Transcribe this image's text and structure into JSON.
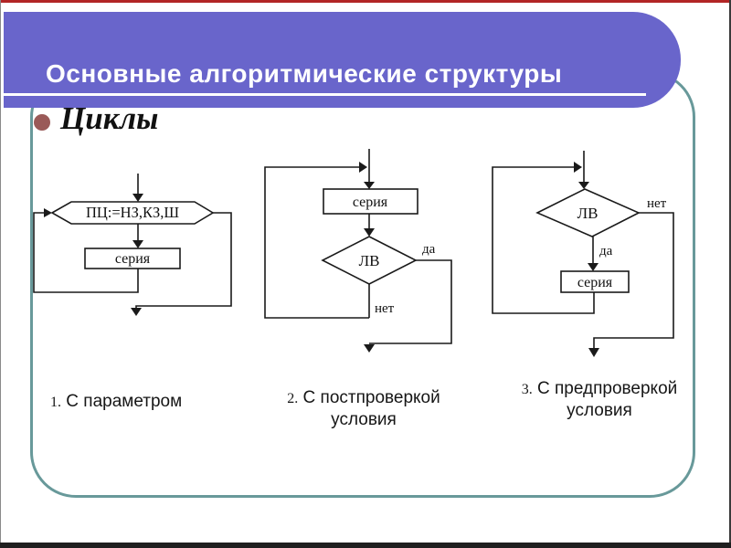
{
  "slide": {
    "title": "Основные алгоритмические структуры",
    "bullet_text": "Циклы",
    "accent_purple": "#6965cb",
    "frame_teal": "#68999a",
    "bullet_color": "#9a5a58",
    "top_strip_color": "#b22525"
  },
  "flowcharts": [
    {
      "caption_number": "1.",
      "caption_lines": [
        "С параметром"
      ],
      "labels": {
        "init": "ПЦ:=НЗ,КЗ,Ш",
        "body": "серия"
      }
    },
    {
      "caption_number": "2.",
      "caption_lines": [
        "С постпроверкой",
        "условия"
      ],
      "labels": {
        "body": "серия",
        "condition": "ЛВ",
        "yes": "да",
        "no": "нет"
      }
    },
    {
      "caption_number": "3.",
      "caption_lines": [
        "С предпроверкой",
        "условия"
      ],
      "labels": {
        "condition": "ЛВ",
        "yes": "да",
        "no": "нет",
        "body": "серия"
      }
    }
  ]
}
